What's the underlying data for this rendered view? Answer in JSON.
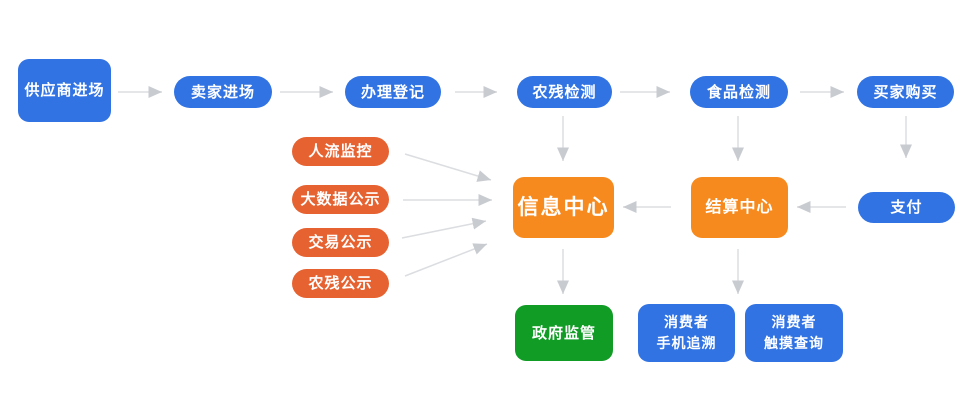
{
  "diagram_type": "flowchart",
  "colors": {
    "node_blue": "#3173E3",
    "node_orange_center": "#F78A1E",
    "node_orange_side": "#E66231",
    "node_green": "#119C26",
    "arrow_line": "#DBDDE0",
    "arrow_head": "#C8CBD0",
    "background": "#FFFFFF",
    "node_text": "#FFFFFF"
  },
  "nodes": {
    "supplier_entry": {
      "label": "供应商进场"
    },
    "seller_entry": {
      "label": "卖家进场"
    },
    "registration": {
      "label": "办理登记"
    },
    "pesticide_test": {
      "label": "农残检测"
    },
    "food_test": {
      "label": "食品检测"
    },
    "buyer_purchase": {
      "label": "买家购买"
    },
    "people_flow_monitor": {
      "label": "人流监控"
    },
    "big_data_display": {
      "label": "大数据公示"
    },
    "transaction_display": {
      "label": "交易公示"
    },
    "pesticide_display": {
      "label": "农残公示"
    },
    "info_center": {
      "label": "信息中心"
    },
    "settlement_center": {
      "label": "结算中心"
    },
    "payment": {
      "label": "支付"
    },
    "government_supervision": {
      "label": "政府监管"
    },
    "consumer_phone_trace": {
      "label": "消费者\n手机追溯"
    },
    "consumer_touch_query": {
      "label": "消费者\n触摸查询"
    }
  },
  "edges": [
    {
      "from": "supplier_entry",
      "to": "seller_entry"
    },
    {
      "from": "seller_entry",
      "to": "registration"
    },
    {
      "from": "registration",
      "to": "pesticide_test"
    },
    {
      "from": "pesticide_test",
      "to": "food_test"
    },
    {
      "from": "food_test",
      "to": "buyer_purchase"
    },
    {
      "from": "pesticide_test",
      "to": "info_center"
    },
    {
      "from": "food_test",
      "to": "settlement_center"
    },
    {
      "from": "buyer_purchase",
      "to": "payment"
    },
    {
      "from": "people_flow_monitor",
      "to": "info_center"
    },
    {
      "from": "big_data_display",
      "to": "info_center"
    },
    {
      "from": "transaction_display",
      "to": "info_center"
    },
    {
      "from": "pesticide_display",
      "to": "info_center"
    },
    {
      "from": "settlement_center",
      "to": "info_center"
    },
    {
      "from": "payment",
      "to": "settlement_center"
    },
    {
      "from": "info_center",
      "to": "government_supervision"
    },
    {
      "from": "settlement_center",
      "to": "consumer_phone_trace_and_touch_query"
    }
  ]
}
